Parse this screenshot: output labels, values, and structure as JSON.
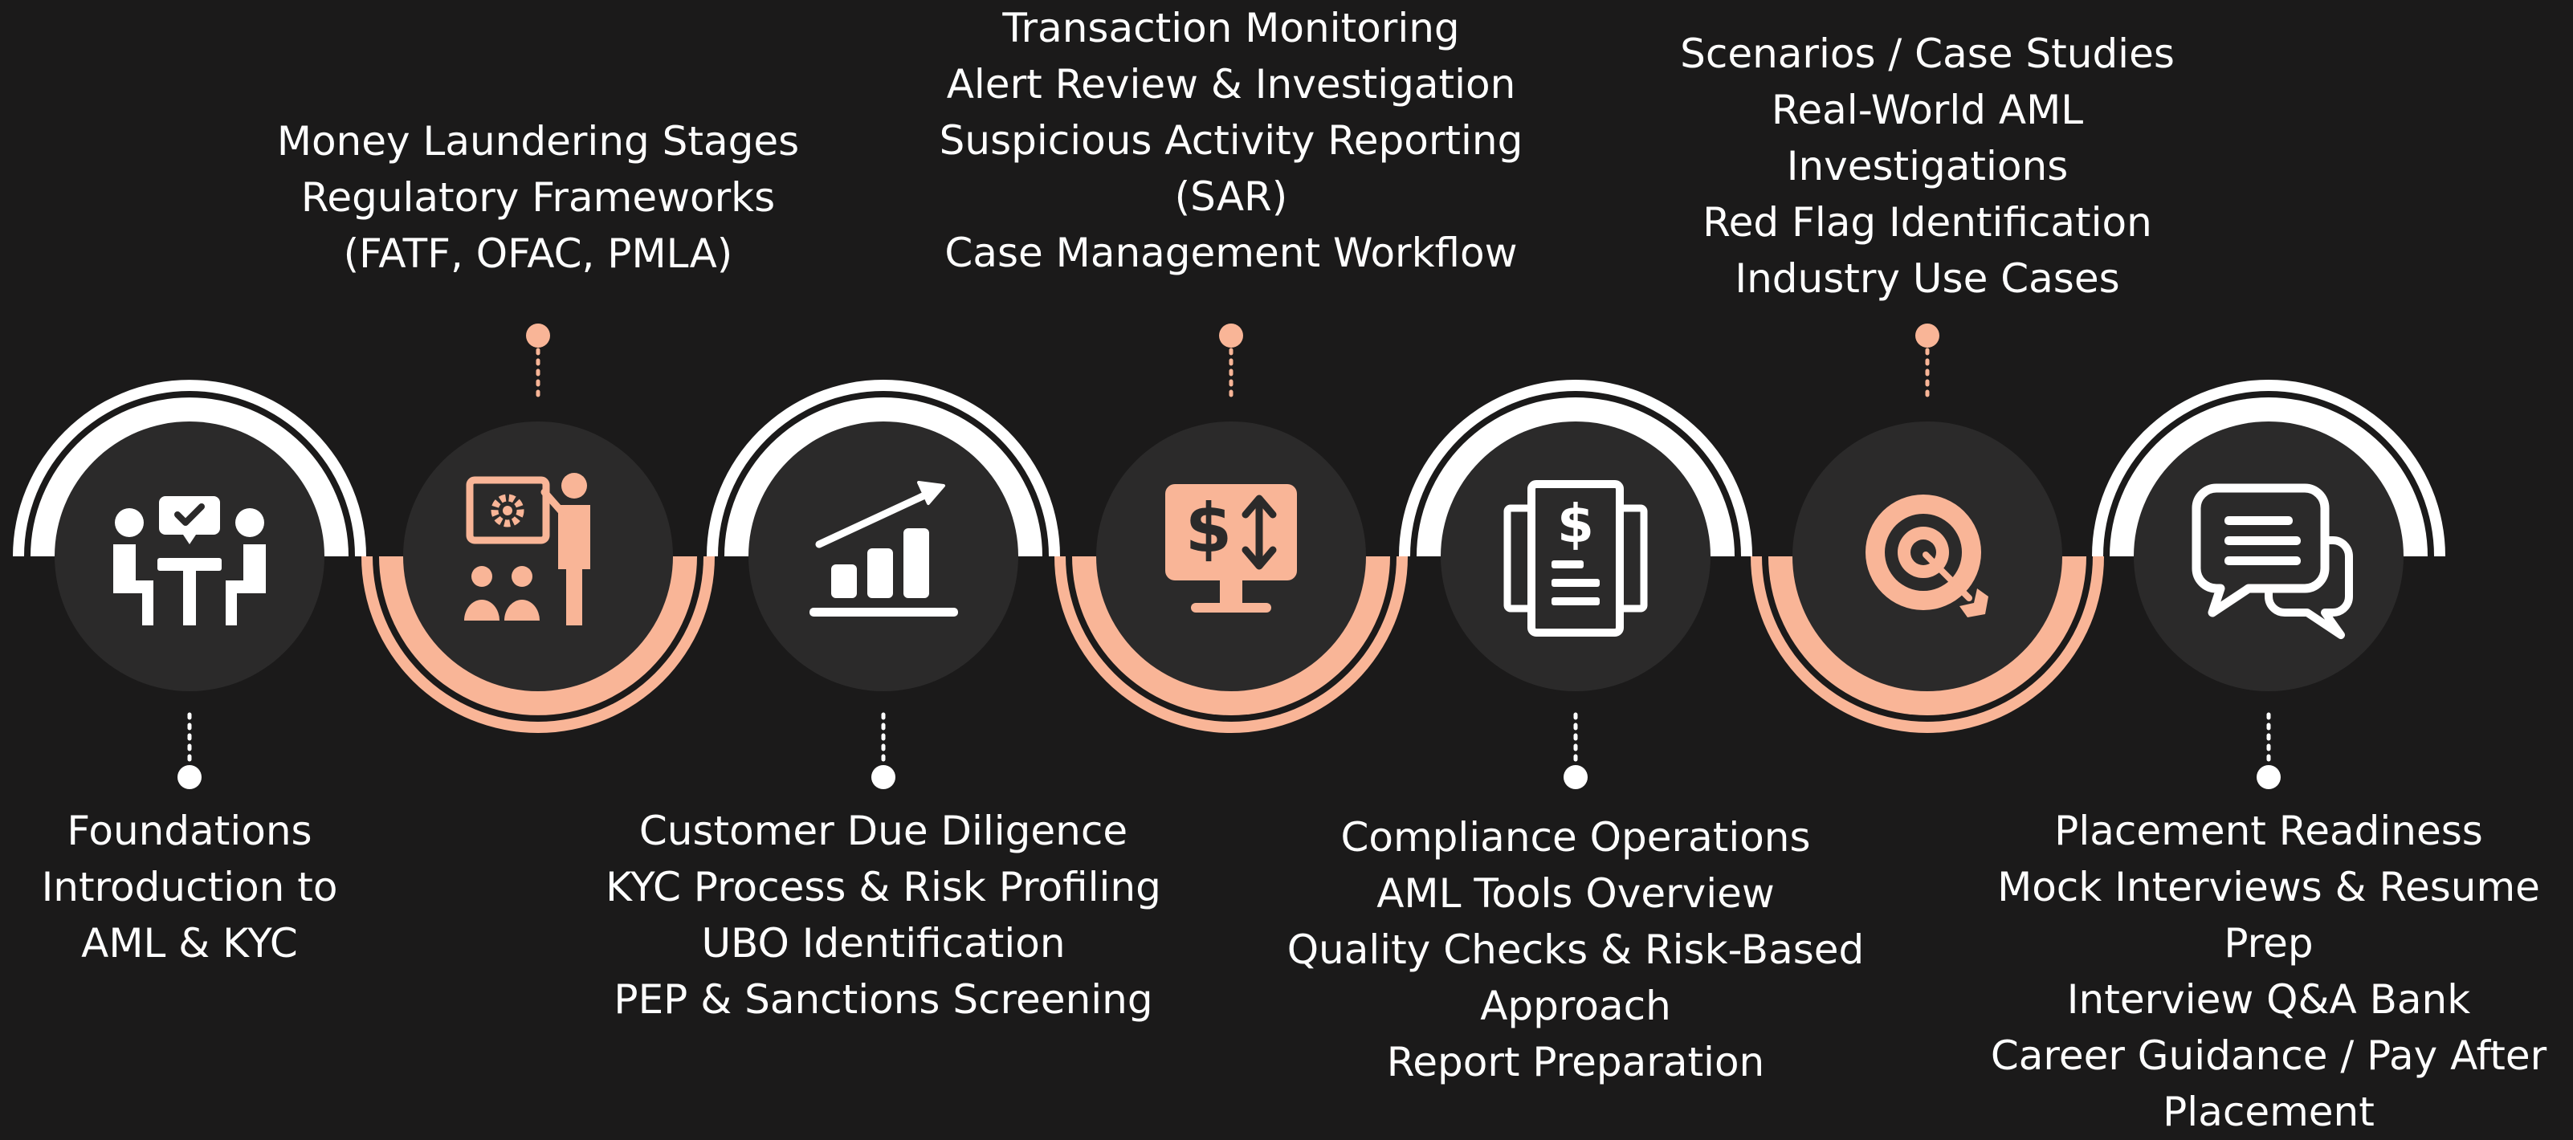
{
  "colors": {
    "background": "#1b1a1a",
    "circle": "#2b2a2a",
    "accent": "#f9b597",
    "outline": "#ffffff",
    "text": "#ffffff"
  },
  "steps": [
    {
      "icon": "meeting-icon",
      "lines": [
        "Foundations",
        "Introduction to",
        "AML & KYC"
      ]
    },
    {
      "icon": "presentation-icon",
      "lines": [
        "Money Laundering Stages",
        "Regulatory Frameworks",
        "(FATF, OFAC, PMLA)"
      ]
    },
    {
      "icon": "growth-chart-icon",
      "lines": [
        "Customer Due Diligence",
        "KYC Process & Risk Profiling",
        "UBO Identification",
        "PEP & Sanctions Screening"
      ]
    },
    {
      "icon": "monitor-dollar-icon",
      "lines": [
        "Transaction Monitoring",
        "Alert Review & Investigation",
        "Suspicious Activity Reporting",
        "(SAR)",
        "Case Management Workflow"
      ]
    },
    {
      "icon": "report-document-icon",
      "lines": [
        "Compliance Operations",
        "AML Tools Overview",
        "Quality Checks & Risk-Based",
        "Approach",
        "Report Preparation"
      ]
    },
    {
      "icon": "target-icon",
      "lines": [
        "Scenarios / Case Studies",
        "Real-World AML",
        "Investigations",
        "Red Flag Identification",
        "Industry Use Cases"
      ]
    },
    {
      "icon": "chat-bubbles-icon",
      "lines": [
        "Placement Readiness",
        "Mock Interviews & Resume",
        "Prep",
        "Interview Q&A Bank",
        "Career Guidance / Pay After",
        "Placement"
      ]
    }
  ]
}
